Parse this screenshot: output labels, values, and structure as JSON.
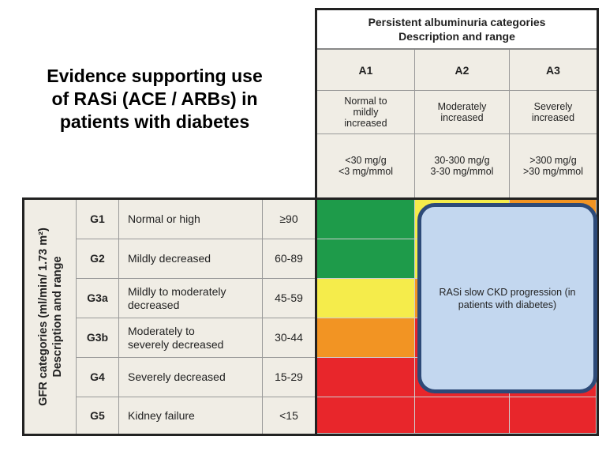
{
  "title": "Evidence supporting use\nof RASi (ACE / ARBs) in\npatients with diabetes",
  "albuminuria": {
    "header": "Persistent albuminuria categories\nDescription and range",
    "categories": [
      {
        "code": "A1",
        "description": "Normal to\nmildly\nincreased",
        "range": "<30 mg/g\n<3 mg/mmol"
      },
      {
        "code": "A2",
        "description": "Moderately\nincreased",
        "range": "30-300 mg/g\n3-30 mg/mmol"
      },
      {
        "code": "A3",
        "description": "Severely\nincreased",
        "range": ">300 mg/g\n>30 mg/mmol"
      }
    ]
  },
  "gfr": {
    "axis_label": "GFR categories (ml/min/ 1.73 m²)\nDescription and range",
    "rows": [
      {
        "code": "G1",
        "description": "Normal or high",
        "range": "≥90"
      },
      {
        "code": "G2",
        "description": "Mildly decreased",
        "range": "60-89"
      },
      {
        "code": "G3a",
        "description": "Mildly to moderately\ndecreased",
        "range": "45-59"
      },
      {
        "code": "G3b",
        "description": "Moderately to\nseverely decreased",
        "range": "30-44"
      },
      {
        "code": "G4",
        "description": "Severely decreased",
        "range": "15-29"
      },
      {
        "code": "G5",
        "description": "Kidney failure",
        "range": "<15"
      }
    ]
  },
  "heatmap": {
    "colors": {
      "green": "#1e9b4a",
      "yellow": "#f5ec4b",
      "orange": "#f29423",
      "red": "#e8262b"
    },
    "grid": [
      [
        "green",
        "yellow",
        "orange"
      ],
      [
        "green",
        "yellow",
        "orange"
      ],
      [
        "yellow",
        "orange",
        "red"
      ],
      [
        "orange",
        "red",
        "red"
      ],
      [
        "red",
        "red",
        "red"
      ],
      [
        "red",
        "red",
        "red"
      ]
    ]
  },
  "overlay": {
    "text": "RASi slow CKD progression (in patients with diabetes)",
    "fill": "#c3d7ef",
    "border": "#2d4a78"
  }
}
